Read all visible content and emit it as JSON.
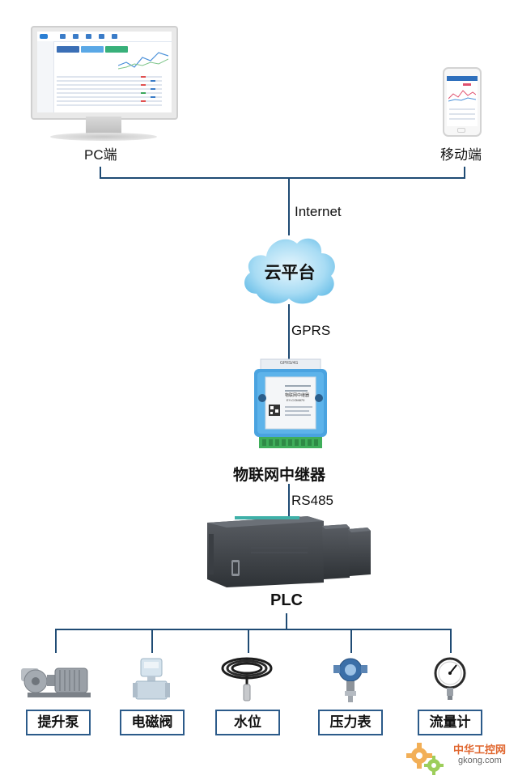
{
  "nodes": {
    "pc_label": "PC端",
    "mobile_label": "移动端",
    "internet_label": "Internet",
    "cloud_label": "云平台",
    "gprs_label": "GPRS",
    "repeater_label": "物联网中继器",
    "rs485_label": "RS485",
    "plc_label": "PLC"
  },
  "devices": [
    {
      "label": "提升泵",
      "icon": "pump-icon"
    },
    {
      "label": "电磁阀",
      "icon": "valve-icon"
    },
    {
      "label": "水位",
      "icon": "level-sensor-icon"
    },
    {
      "label": "压力表",
      "icon": "pressure-transmitter-icon"
    },
    {
      "label": "流量计",
      "icon": "gauge-icon"
    }
  ],
  "repeater_device": {
    "model": "EY-COM870",
    "name": "物联网中继器",
    "mode": "GPRS/4G"
  },
  "watermark": {
    "text": "中华工控网",
    "domain": "gkong.com"
  },
  "colors": {
    "line": "#1f4b74",
    "box_border": "#2c5b8a",
    "cloud": "#8fcfef",
    "repeater": "#4aa3e0"
  }
}
